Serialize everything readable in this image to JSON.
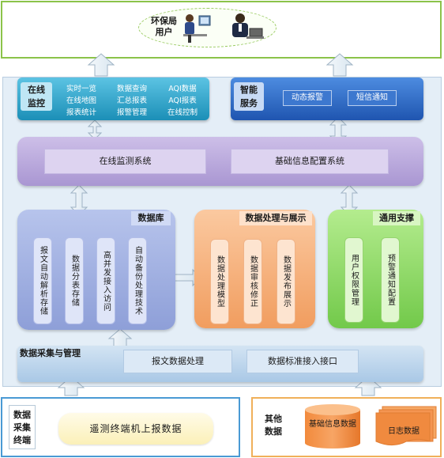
{
  "users": {
    "line1": "环保局",
    "line2": "用户"
  },
  "monitor": {
    "title_top": "在线",
    "title_bottom": "监控",
    "items": [
      "实时一览",
      "数据查询",
      "AQI数据",
      "在线地图",
      "汇总报表",
      "AQI报表",
      "报表统计",
      "报警管理",
      "在线控制"
    ]
  },
  "smart": {
    "title_top": "智能",
    "title_bottom": "服务",
    "btn1": "动态报警",
    "btn2": "短信通知"
  },
  "systems": {
    "online": "在线监测系统",
    "basic": "基础信息配置系统"
  },
  "db": {
    "title": "数据库",
    "cols": [
      "报文自动解析存储",
      "数据分表存储",
      "高并发接入访问",
      "自动备份处理技术"
    ]
  },
  "proc": {
    "title": "数据处理与展示",
    "cols": [
      "数据处理模型",
      "数据审核修正",
      "数据发布展示"
    ]
  },
  "support": {
    "title": "通用支撑",
    "cols": [
      "用户权限管理",
      "预警通知配置"
    ]
  },
  "collect": {
    "title": "数据采集与管理",
    "msg": "报文数据处理",
    "iface": "数据标准接入接口"
  },
  "terminal": {
    "title": "数据采集终端",
    "upload": "遥测终端机上报数据"
  },
  "other": {
    "title_top": "其他",
    "title_bottom": "数据",
    "basic": "基础信息数据",
    "log": "日志数据"
  },
  "colors": {
    "teal": "#2fa3c8",
    "blue": "#2a69c4",
    "purple": "#b7a8d9",
    "orange": "#f5b383",
    "green": "#8fd86b",
    "lightblue": "#bcd6ee",
    "arrow": "#e8f0f6"
  }
}
